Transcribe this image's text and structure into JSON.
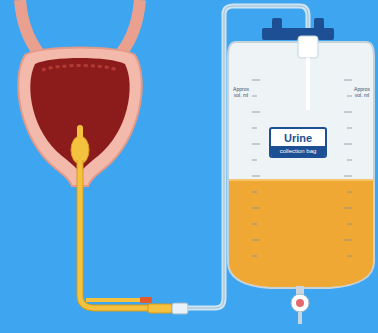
{
  "diagram": {
    "nodes": [
      {
        "text": [
          "Urine",
          "collection bag"
        ]
      }
    ],
    "labels": [
      "Approx vol. ml",
      "Approx vol. ml"
    ]
  }
}
